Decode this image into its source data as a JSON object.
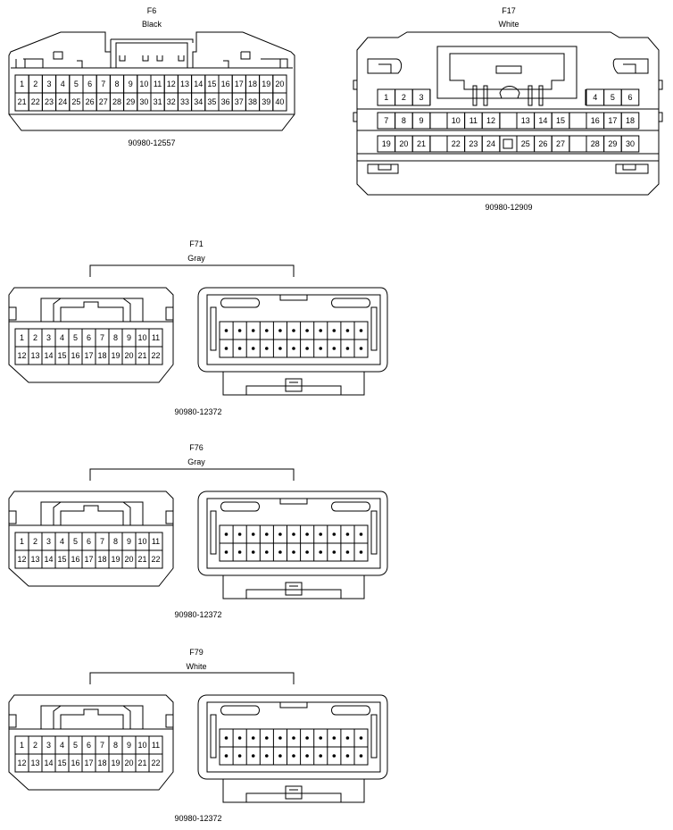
{
  "connectors": [
    {
      "id": "F6",
      "color": "Black",
      "part_number": "90980-12557",
      "rows": [
        [
          "1",
          "2",
          "3",
          "4",
          "5",
          "6",
          "7",
          "8",
          "9",
          "10",
          "11",
          "12",
          "13",
          "14",
          "15",
          "16",
          "17",
          "18",
          "19",
          "20"
        ],
        [
          "21",
          "22",
          "23",
          "24",
          "25",
          "26",
          "27",
          "28",
          "29",
          "30",
          "31",
          "32",
          "33",
          "34",
          "35",
          "36",
          "37",
          "38",
          "39",
          "40"
        ]
      ]
    },
    {
      "id": "F17",
      "color": "White",
      "part_number": "90980-12909",
      "rows": [
        [
          "1",
          "2",
          "3",
          "",
          "",
          "",
          "",
          "",
          "",
          "",
          "",
          "",
          "",
          "",
          "",
          "",
          "4",
          "5",
          "6"
        ],
        [
          "7",
          "8",
          "9",
          "",
          "10",
          "11",
          "12",
          "",
          "13",
          "14",
          "15",
          "",
          "16",
          "17",
          "18"
        ],
        [
          "19",
          "20",
          "21",
          "",
          "22",
          "23",
          "24",
          "",
          "25",
          "26",
          "27",
          "",
          "28",
          "29",
          "30"
        ]
      ]
    },
    {
      "id": "F71",
      "color": "Gray",
      "part_number": "90980-12372",
      "rows": [
        [
          "1",
          "2",
          "3",
          "4",
          "5",
          "6",
          "7",
          "8",
          "9",
          "10",
          "11"
        ],
        [
          "12",
          "13",
          "14",
          "15",
          "16",
          "17",
          "18",
          "19",
          "20",
          "21",
          "22"
        ]
      ]
    },
    {
      "id": "F76",
      "color": "Gray",
      "part_number": "90980-12372",
      "rows": [
        [
          "1",
          "2",
          "3",
          "4",
          "5",
          "6",
          "7",
          "8",
          "9",
          "10",
          "11"
        ],
        [
          "12",
          "13",
          "14",
          "15",
          "16",
          "17",
          "18",
          "19",
          "20",
          "21",
          "22"
        ]
      ]
    },
    {
      "id": "F79",
      "color": "White",
      "part_number": "90980-12372",
      "rows": [
        [
          "1",
          "2",
          "3",
          "4",
          "5",
          "6",
          "7",
          "8",
          "9",
          "10",
          "11"
        ],
        [
          "12",
          "13",
          "14",
          "15",
          "16",
          "17",
          "18",
          "19",
          "20",
          "21",
          "22"
        ]
      ]
    }
  ]
}
